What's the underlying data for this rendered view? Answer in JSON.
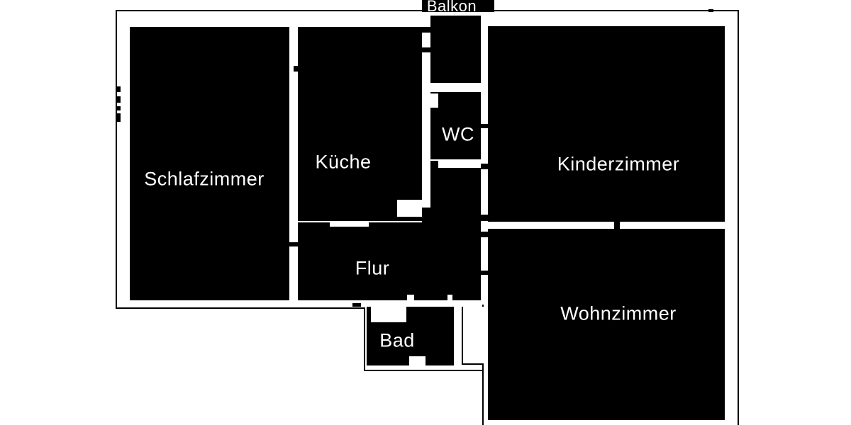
{
  "floorplan": {
    "type": "apartment-floor-plan",
    "rooms": [
      {
        "id": "schlafzimmer",
        "label": "Schlafzimmer"
      },
      {
        "id": "kueche",
        "label": "Küche"
      },
      {
        "id": "wc",
        "label": "WC"
      },
      {
        "id": "kinderzimmer",
        "label": "Kinderzimmer"
      },
      {
        "id": "flur",
        "label": "Flur"
      },
      {
        "id": "bad",
        "label": "Bad"
      },
      {
        "id": "wohnzimmer",
        "label": "Wohnzimmer"
      },
      {
        "id": "balkon",
        "label": "Balkon"
      }
    ],
    "colors": {
      "room_fill": "#000000",
      "outline": "#000000",
      "wall_gap": "#ffffff",
      "label_text": "#ffffff",
      "background": "#ffffff"
    }
  }
}
